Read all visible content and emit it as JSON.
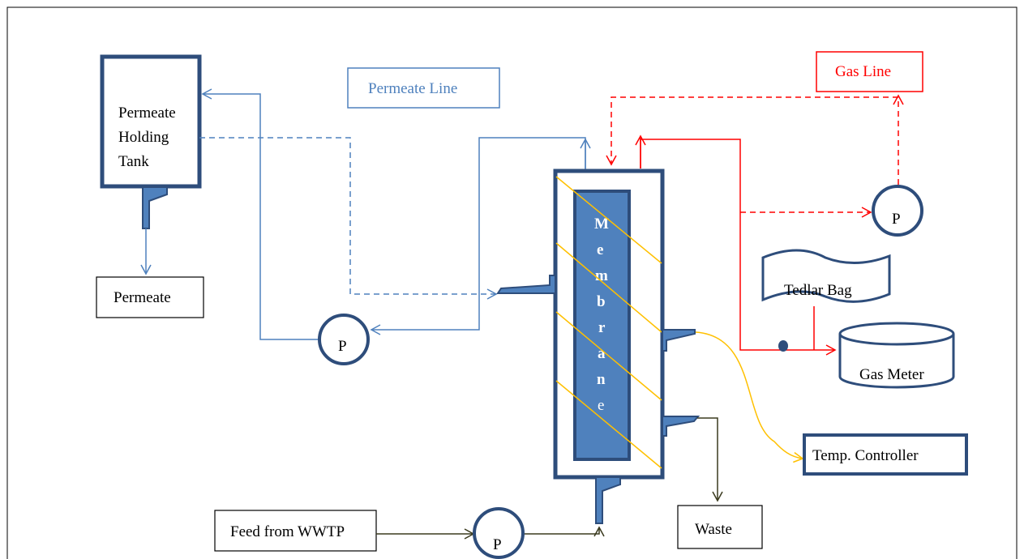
{
  "labels": {
    "permeate_tank": [
      "Permeate",
      "Holding",
      "Tank"
    ],
    "permeate": "Permeate",
    "permeate_line": "Permeate Line",
    "gas_line": "Gas Line",
    "membrane_letters": [
      "M",
      "e",
      "m",
      "b",
      "r",
      "a",
      "n",
      "e"
    ],
    "tedlar_bag": "Tedlar Bag",
    "gas_meter": "Gas Meter",
    "temp_controller": "Temp. Controller",
    "feed": "Feed from WWTP",
    "waste": "Waste",
    "pump": "P"
  },
  "colors": {
    "blue_line": "#4f81bd",
    "red_line": "#ff0000",
    "dark_blue": "#2e4d7b",
    "membrane_fill": "#4f81bd",
    "yellow_line": "#ffc000",
    "olive_line": "#3a3a1e"
  }
}
